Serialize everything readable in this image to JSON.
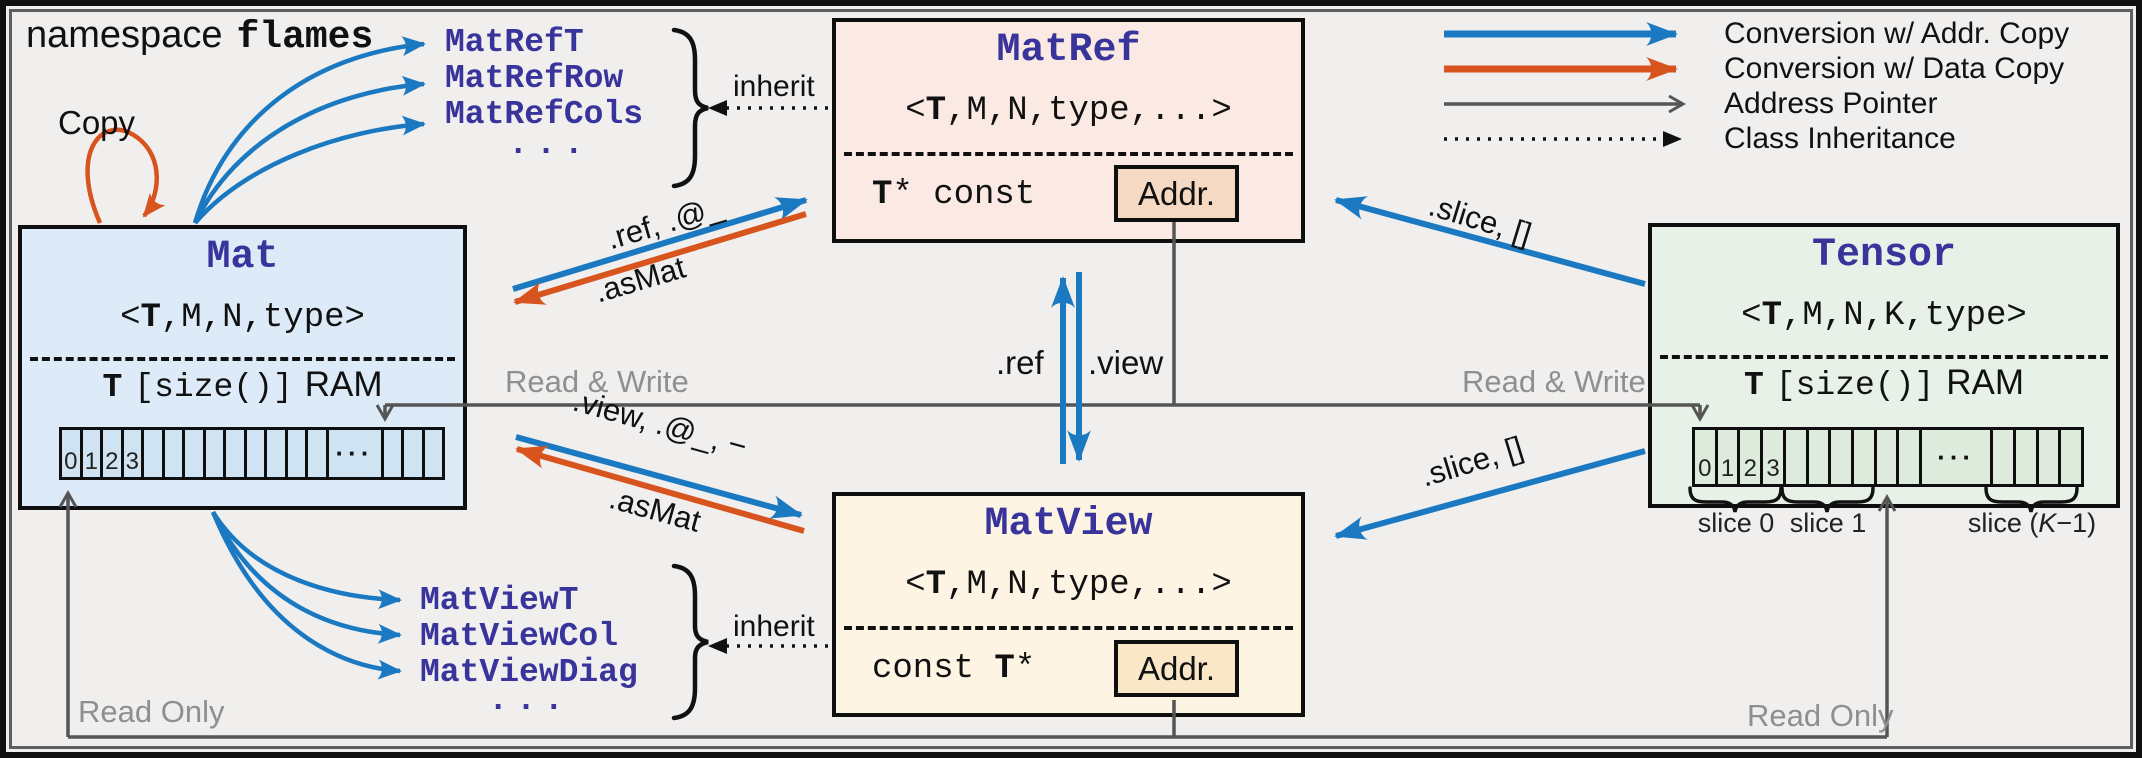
{
  "header": {
    "keyword": "namespace",
    "name": "flames"
  },
  "legend": [
    {
      "label": "Conversion w/ Addr. Copy"
    },
    {
      "label": "Conversion w/ Data Copy"
    },
    {
      "label": "Address Pointer"
    },
    {
      "label": "Class Inheritance"
    }
  ],
  "colors": {
    "blue": "#1b79c1",
    "orange": "#d8541f",
    "gray_line": "#555555",
    "gray_text": "#8f8f8f",
    "class_name": "#38349c",
    "mat_fill": "#dcebf7",
    "matref_fill": "#fbeae3",
    "matview_fill": "#fdf4e3",
    "tensor_fill": "#e8f1e8",
    "addr_ref_fill": "#f6d9c2",
    "addr_view_fill": "#f9e7c8",
    "background": "#f0efee"
  },
  "boxes": {
    "mat": {
      "title": "Mat",
      "tp_open": "<",
      "tp_t": "T",
      "tp_rest": ",M,N,type>",
      "mem_t": "T",
      "mem_arr": "[size()]",
      "mem_ram": "RAM",
      "cells": [
        "0",
        "1",
        "2",
        "3"
      ],
      "dots": "···"
    },
    "matref": {
      "title": "MatRef",
      "tp_open": "<",
      "tp_t": "T",
      "tp_rest": ",M,N,type,...>",
      "mem_t": "T",
      "mem_rest": "* const",
      "addr": "Addr."
    },
    "matview": {
      "title": "MatView",
      "tp_open": "<",
      "tp_t": "T",
      "tp_rest": ",M,N,type,...>",
      "mem_pre": "const ",
      "mem_t": "T",
      "mem_post": "*",
      "addr": "Addr."
    },
    "tensor": {
      "title": "Tensor",
      "tp_open": "<",
      "tp_t": "T",
      "tp_rest": ",M,N,K,type>",
      "mem_t": "T",
      "mem_arr": "[size()]",
      "mem_ram": "RAM",
      "cells": [
        "0",
        "1",
        "2",
        "3"
      ],
      "dots": "···",
      "slices": {
        "s0": "slice 0",
        "s1": "slice 1",
        "last_pre": "slice (",
        "last_k": "K",
        "last_post": "−1)"
      }
    }
  },
  "derived": {
    "matref": {
      "items": [
        "MatRefT",
        "MatRefRow",
        "MatRefCols"
      ],
      "dots": "...",
      "inherit": "inherit"
    },
    "matview": {
      "items": [
        "MatViewT",
        "MatViewCol",
        "MatViewDiag"
      ],
      "dots": "...",
      "inherit": "inherit"
    }
  },
  "edges": {
    "copy": "Copy",
    "mat_to_matref": ".ref, .@_",
    "matref_to_mat": ".asMat",
    "mat_to_matview": ".view, .@_, −",
    "matview_to_mat": ".asMat",
    "matview_to_matref": ".ref",
    "matref_to_matview": ".view",
    "tensor_to_matref": ".slice, []",
    "tensor_to_matview": ".slice, []",
    "read_write": "Read & Write",
    "read_only": "Read Only"
  }
}
